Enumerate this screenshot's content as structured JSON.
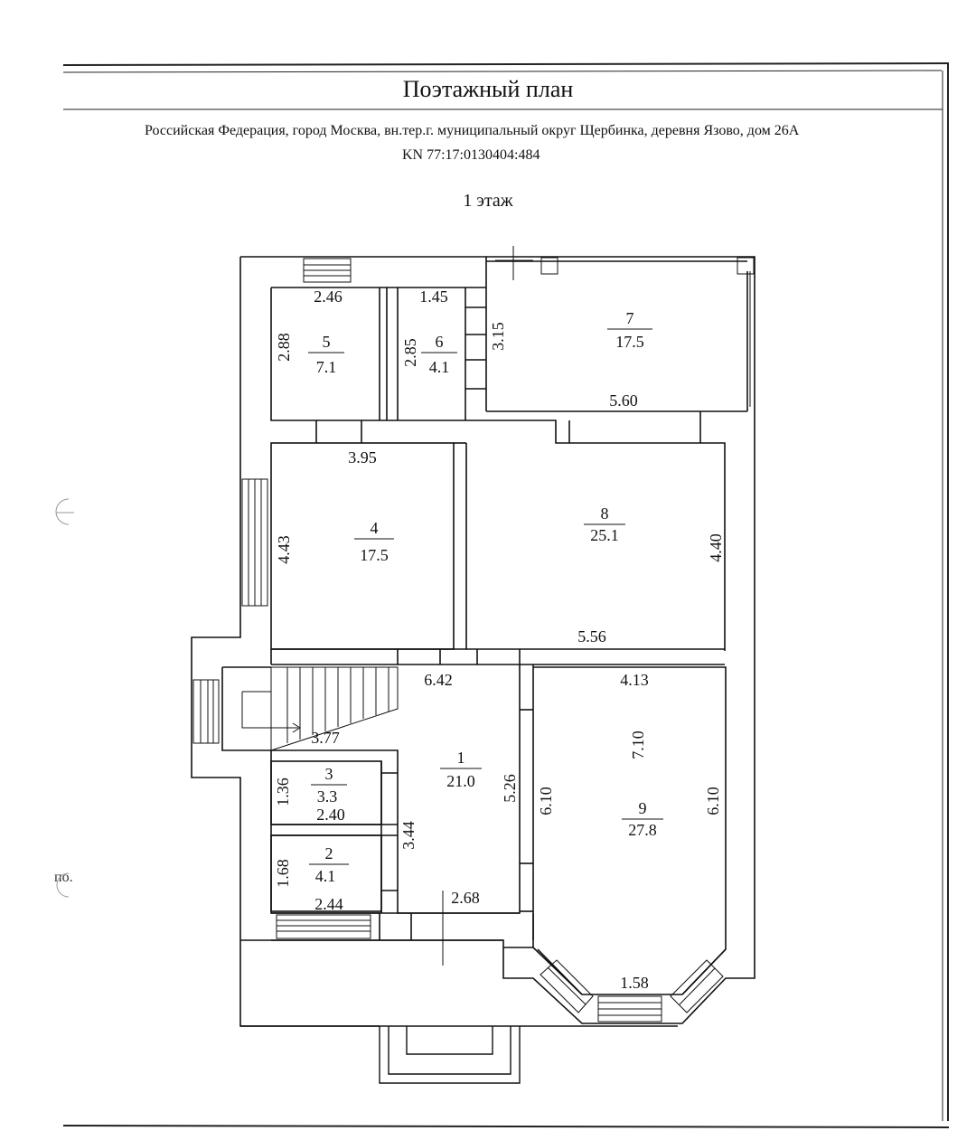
{
  "document": {
    "title": "Поэтажный план",
    "address": "Российская Федерация, город Москва, вн.тер.г. муниципальный округ Щербинка, деревня Язово, дом 26А",
    "cadastral_number": "KN 77:17:0130404:484",
    "floor": "1 этаж",
    "margin_note": "по."
  },
  "rooms": [
    {
      "number": "1",
      "area": "21.0"
    },
    {
      "number": "2",
      "area": "4.1"
    },
    {
      "number": "3",
      "area": "3.3"
    },
    {
      "number": "4",
      "area": "17.5"
    },
    {
      "number": "5",
      "area": "7.1"
    },
    {
      "number": "6",
      "area": "4.1"
    },
    {
      "number": "7",
      "area": "17.5"
    },
    {
      "number": "8",
      "area": "25.1"
    },
    {
      "number": "9",
      "area": "27.8"
    }
  ],
  "dimensions": {
    "r5_width": "2.46",
    "r5_height": "2.88",
    "r6_width": "1.45",
    "r6_height": "2.85",
    "r7_height": "3.15",
    "r7_width": "5.60",
    "r4_width": "3.95",
    "r4_height": "4.43",
    "r8_height": "4.40",
    "r8_width": "5.56",
    "r1_width": "6.42",
    "r1_stair": "3.77",
    "r1_height": "5.26",
    "r1_inner": "3.44",
    "r1_bottom": "2.68",
    "r3_height": "1.36",
    "r3_width": "2.40",
    "r2_height": "1.68",
    "r2_width": "2.44",
    "r9_width": "4.13",
    "r9_inner": "7.10",
    "r9_left": "6.10",
    "r9_right": "6.10",
    "r9_bay": "1.58"
  }
}
